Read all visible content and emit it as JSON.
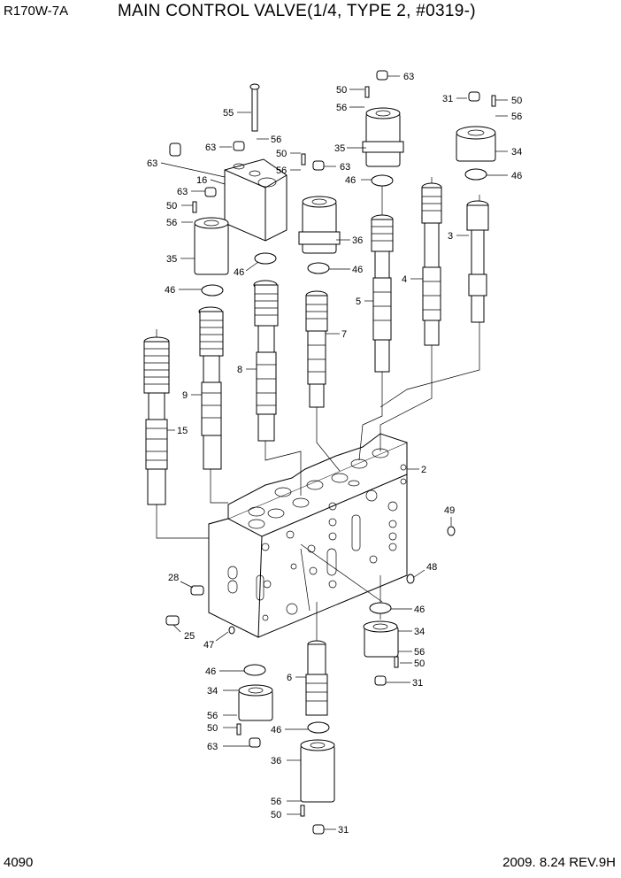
{
  "header": {
    "model": "R170W-7A",
    "title": "MAIN CONTROL VALVE(1/4, TYPE 2, #0319-)"
  },
  "footer": {
    "page_number": "4090",
    "revision": "2009. 8.24  REV.9H"
  },
  "callouts": [
    "63",
    "50",
    "56",
    "35",
    "46",
    "31",
    "50",
    "56",
    "34",
    "46",
    "3",
    "55",
    "56",
    "63",
    "63",
    "16",
    "50",
    "56",
    "63",
    "63",
    "50",
    "56",
    "35",
    "46",
    "46",
    "36",
    "46",
    "5",
    "4",
    "7",
    "8",
    "9",
    "15",
    "2",
    "49",
    "48",
    "28",
    "46",
    "25",
    "47",
    "34",
    "56",
    "50",
    "31",
    "46",
    "6",
    "34",
    "56",
    "50",
    "63",
    "46",
    "36",
    "56",
    "50",
    "31"
  ]
}
